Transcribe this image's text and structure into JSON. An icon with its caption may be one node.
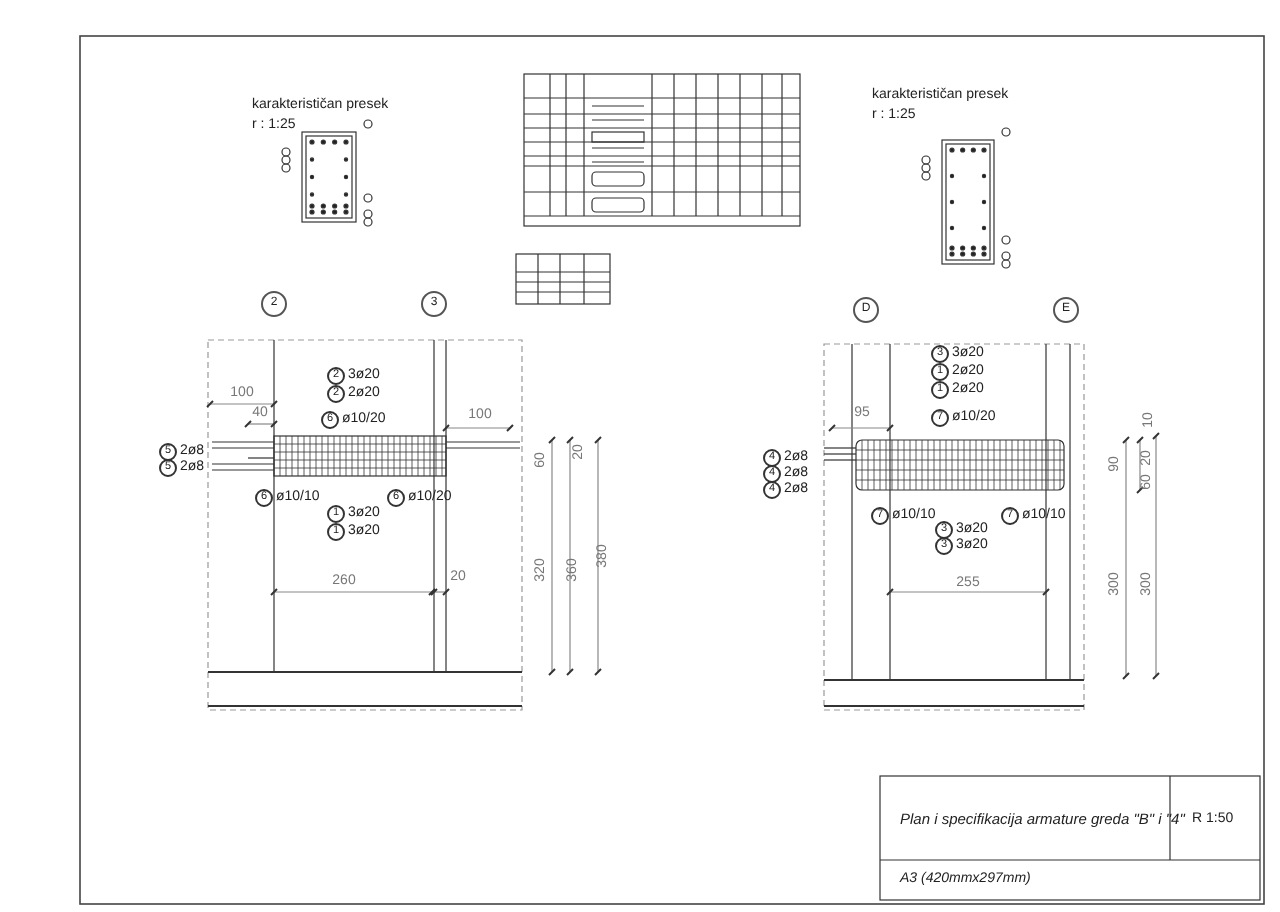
{
  "diagram": {
    "labels": [
      "karakterističan presek",
      "r : 1:25",
      "karakterističan presek",
      "r : 1:25",
      "2",
      "3",
      "2",
      "3ø20",
      "2",
      "2ø20",
      "6",
      "ø10/20",
      "100",
      "40",
      "100",
      "5",
      "2ø8",
      "5",
      "2ø8",
      "6",
      "ø10/10",
      "6",
      "ø10/20",
      "1",
      "3ø20",
      "1",
      "3ø20",
      "260",
      "20",
      "20",
      "60",
      "320",
      "360",
      "380",
      "D",
      "E",
      "3",
      "3ø20",
      "1",
      "2ø20",
      "1",
      "2ø20",
      "95",
      "7",
      "ø10/20",
      "4",
      "2ø8",
      "4",
      "2ø8",
      "4",
      "2ø8",
      "7",
      "ø10/10",
      "7",
      "ø10/10",
      "3",
      "3ø20",
      "3",
      "3ø20",
      "255",
      "10",
      "20",
      "90",
      "60",
      "300",
      "300",
      "Plan i specifikacija armature greda \"B\" i \"4\"",
      "R 1:50",
      "A3 (420mmx297mm)"
    ]
  }
}
